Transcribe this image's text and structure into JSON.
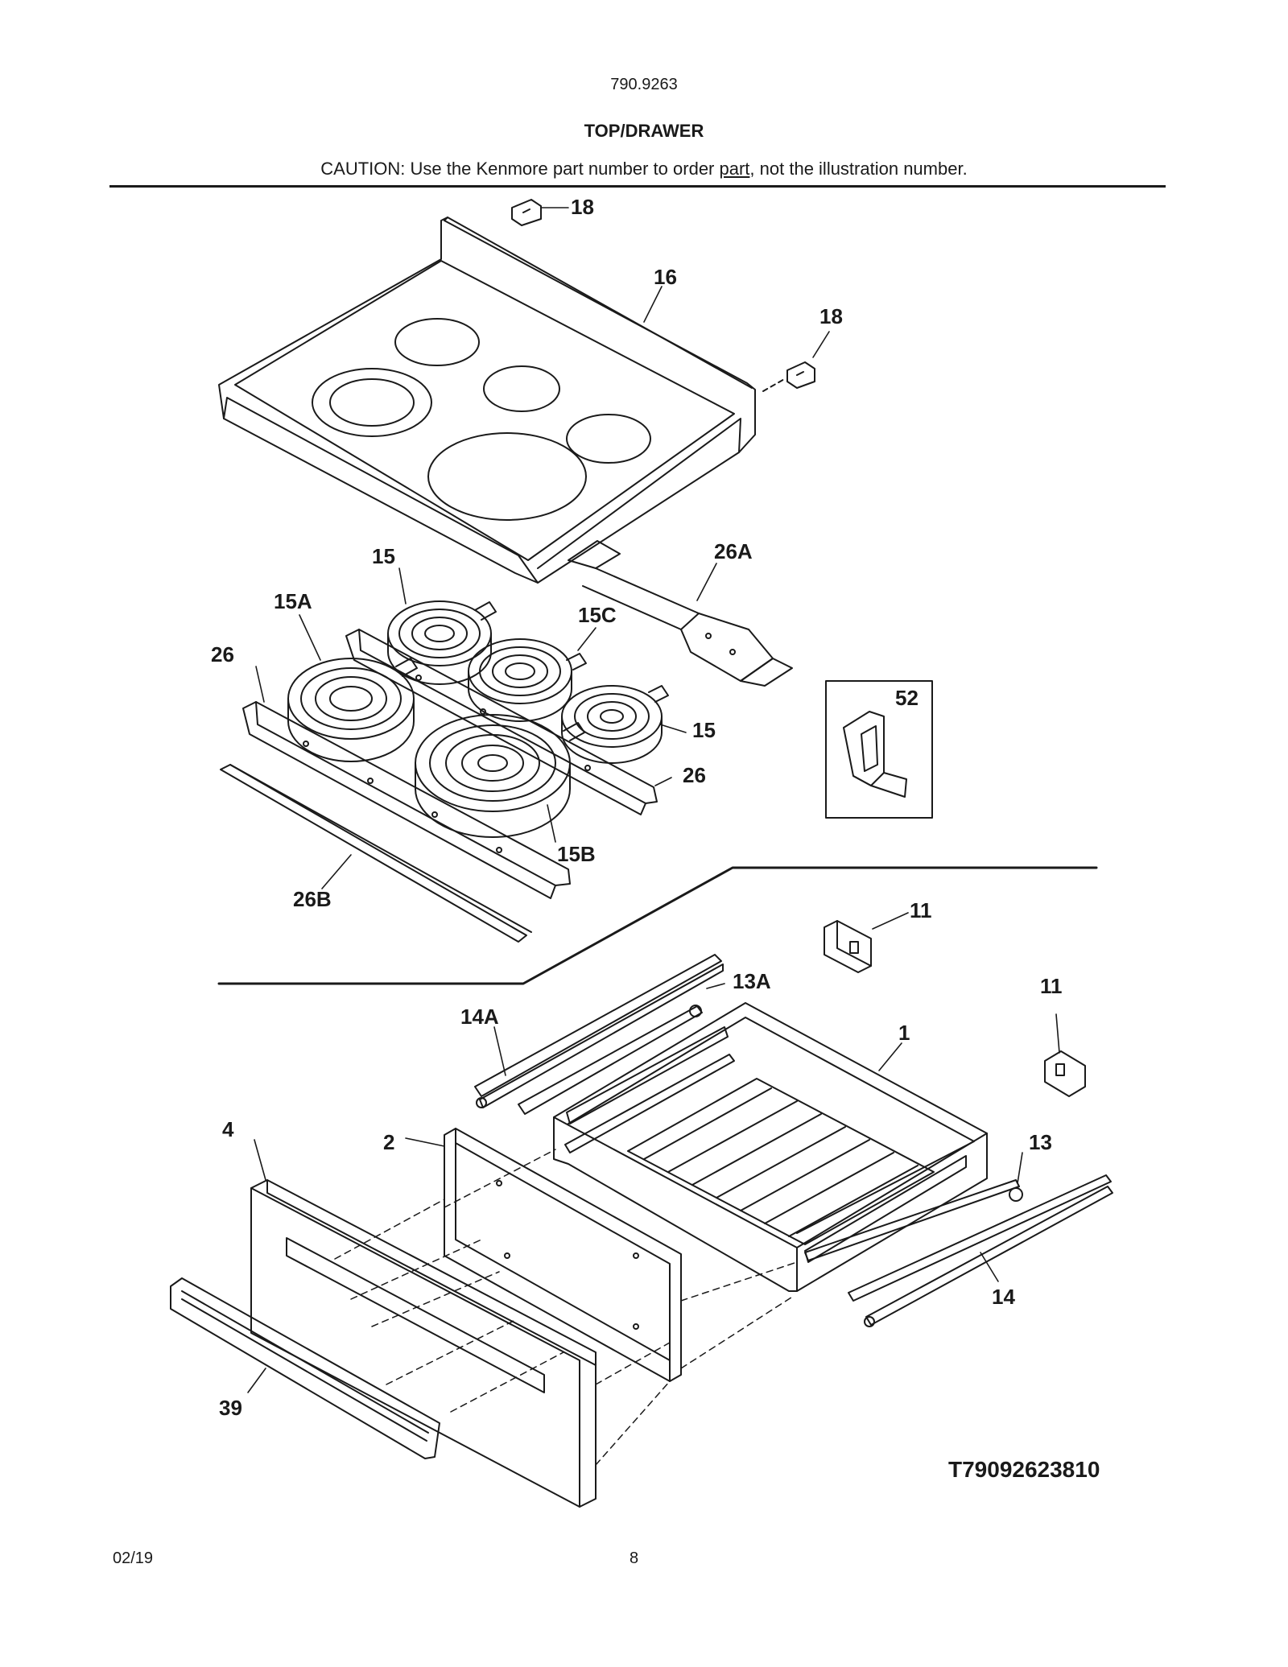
{
  "header": {
    "model": "790.9263",
    "title": "TOP/DRAWER",
    "caution_before": "CAUTION: Use the Kenmore part number to order ",
    "caution_link": "part",
    "caution_after": ", not the illustration number."
  },
  "callouts": {
    "c18a": "18",
    "c16": "16",
    "c18b": "18",
    "c15top": "15",
    "c26A": "26A",
    "c15A": "15A",
    "c15C": "15C",
    "c26left": "26",
    "c52": "52",
    "c15right": "15",
    "c26right": "26",
    "c15B": "15B",
    "c26B": "26B",
    "c11a": "11",
    "c13A": "13A",
    "c11b": "11",
    "c14A": "14A",
    "c1": "1",
    "c4": "4",
    "c2": "2",
    "c13": "13",
    "c14": "14",
    "c39": "39"
  },
  "drawing_code": "T79092623810",
  "footer": {
    "date": "02/19",
    "page": "8"
  },
  "colors": {
    "ink": "#1a1a1a",
    "background": "#ffffff"
  }
}
